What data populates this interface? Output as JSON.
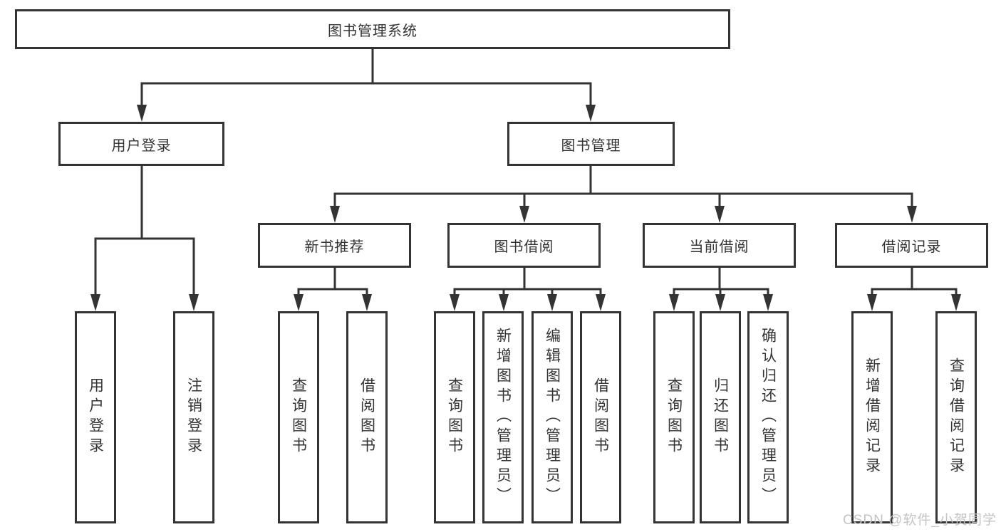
{
  "diagram": {
    "root": {
      "label": "图书管理系统"
    },
    "branches": [
      {
        "label": "用户登录",
        "children": [
          "用户登录",
          "注销登录"
        ]
      },
      {
        "label": "图书管理",
        "groups": [
          {
            "label": "新书推荐",
            "children": [
              "查询图书",
              "借阅图书"
            ]
          },
          {
            "label": "图书借阅",
            "children": [
              "查询图书",
              "新增图书（管理员）",
              "编辑图书（管理员）",
              "借阅图书"
            ]
          },
          {
            "label": "当前借阅",
            "children": [
              "查询图书",
              "归还图书",
              "确认归还（管理员）"
            ]
          },
          {
            "label": "借阅记录",
            "children": [
              "新增借阅记录",
              "查询借阅记录"
            ]
          }
        ]
      }
    ]
  },
  "watermark": {
    "text": "CSDN @软件_小贺同学"
  },
  "colors": {
    "line": "#333333",
    "text": "#333333",
    "box_background": "#ffffff",
    "watermark": "#c4c4c4"
  }
}
